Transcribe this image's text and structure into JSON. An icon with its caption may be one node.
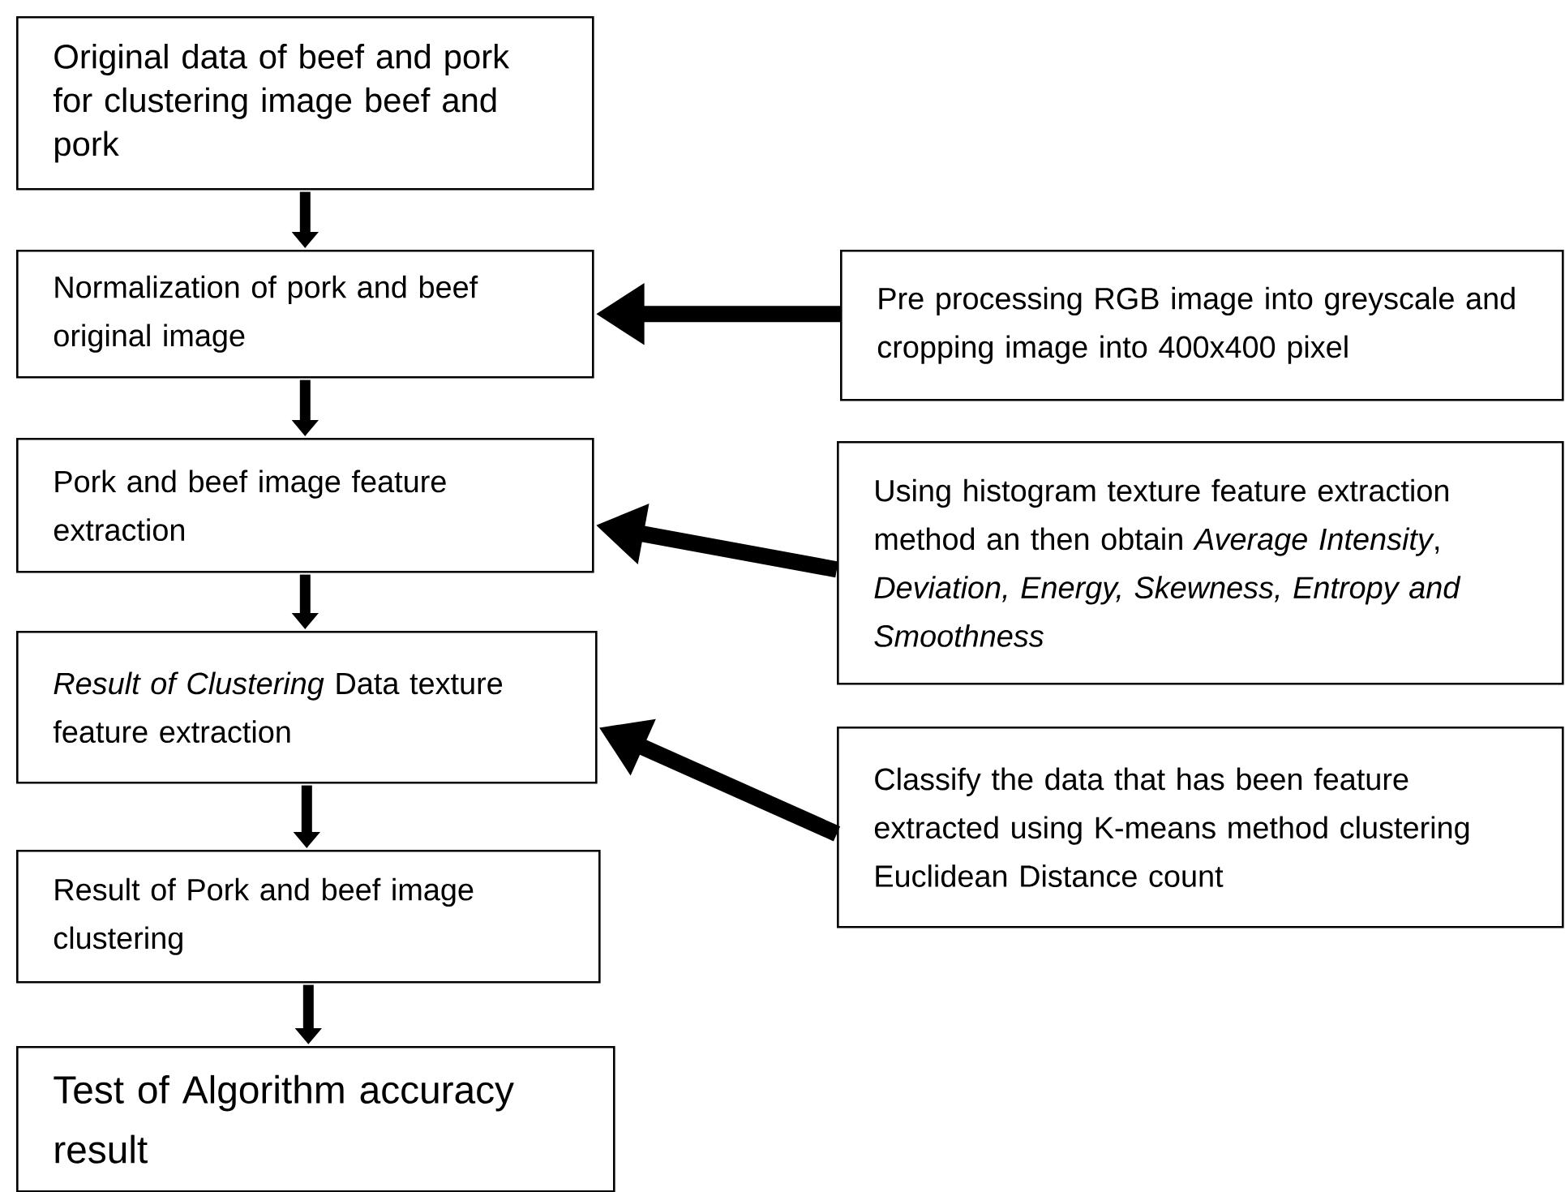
{
  "diagram": {
    "nodes": [
      {
        "text": [
          "Original data of beef and pork for clustering image beef and pork"
        ]
      },
      {
        "text": [
          "Normalization of pork and beef original image"
        ]
      },
      {
        "text": [
          "Pork and beef image feature extraction"
        ]
      },
      {
        "text": [
          "*Result of Clustering* Data texture feature extraction"
        ]
      },
      {
        "text": [
          "Result of Pork and beef image clustering"
        ]
      },
      {
        "text": [
          "Test of Algorithm accuracy result"
        ]
      },
      {
        "text": [
          "Pre processing RGB image into greyscale and cropping image into 400x400 pixel"
        ]
      },
      {
        "text": [
          "Using histogram texture feature extraction method an then obtain *Average Intensity*, *Deviation, Energy, Skewness, Entropy and Smoothness*"
        ]
      },
      {
        "text": [
          "Classify the data that has been feature extracted using K-means method clustering Euclidean Distance count"
        ]
      }
    ],
    "edges": [
      {
        "from": 0,
        "to": 1,
        "arrow": "to"
      },
      {
        "from": 1,
        "to": 2,
        "arrow": "to"
      },
      {
        "from": 2,
        "to": 3,
        "arrow": "to"
      },
      {
        "from": 3,
        "to": 4,
        "arrow": "to"
      },
      {
        "from": 4,
        "to": 5,
        "arrow": "to"
      },
      {
        "from": 6,
        "to": 1,
        "arrow": "to"
      },
      {
        "from": 7,
        "to": 2,
        "arrow": "to"
      },
      {
        "from": 8,
        "to": 3,
        "arrow": "to"
      }
    ]
  }
}
